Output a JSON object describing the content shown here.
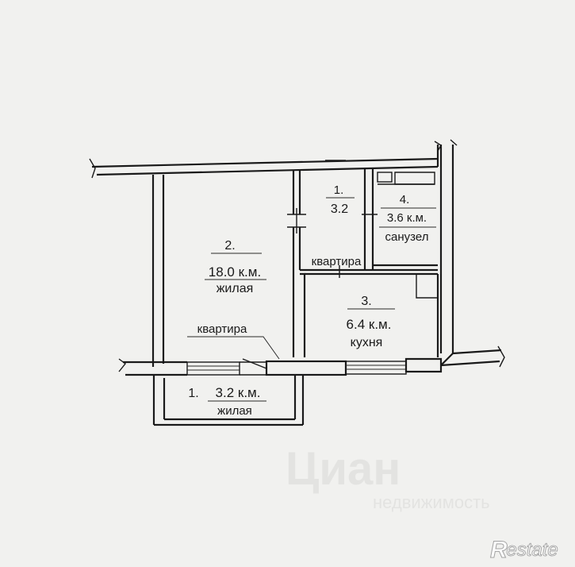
{
  "rooms": [
    {
      "number": "1.",
      "area": "3.2",
      "type": ""
    },
    {
      "number": "2.",
      "area": "18.0 к.м.",
      "type": "жилая"
    },
    {
      "number": "3.",
      "area": "6.4 к.м.",
      "type": "кухня"
    },
    {
      "number": "4.",
      "area": "3.6 к.м.",
      "type": "санузел"
    },
    {
      "number": "1.",
      "area": "3.2 к.м.",
      "type": "жилая"
    }
  ],
  "annotations": {
    "apartment_upper": "квартира",
    "apartment_lower": "квартира"
  },
  "watermark": {
    "text": "Restate",
    "icon": "restate-r-logo"
  },
  "colors": {
    "paper": "#f1f1ef",
    "ink": "#1a1a1a"
  }
}
